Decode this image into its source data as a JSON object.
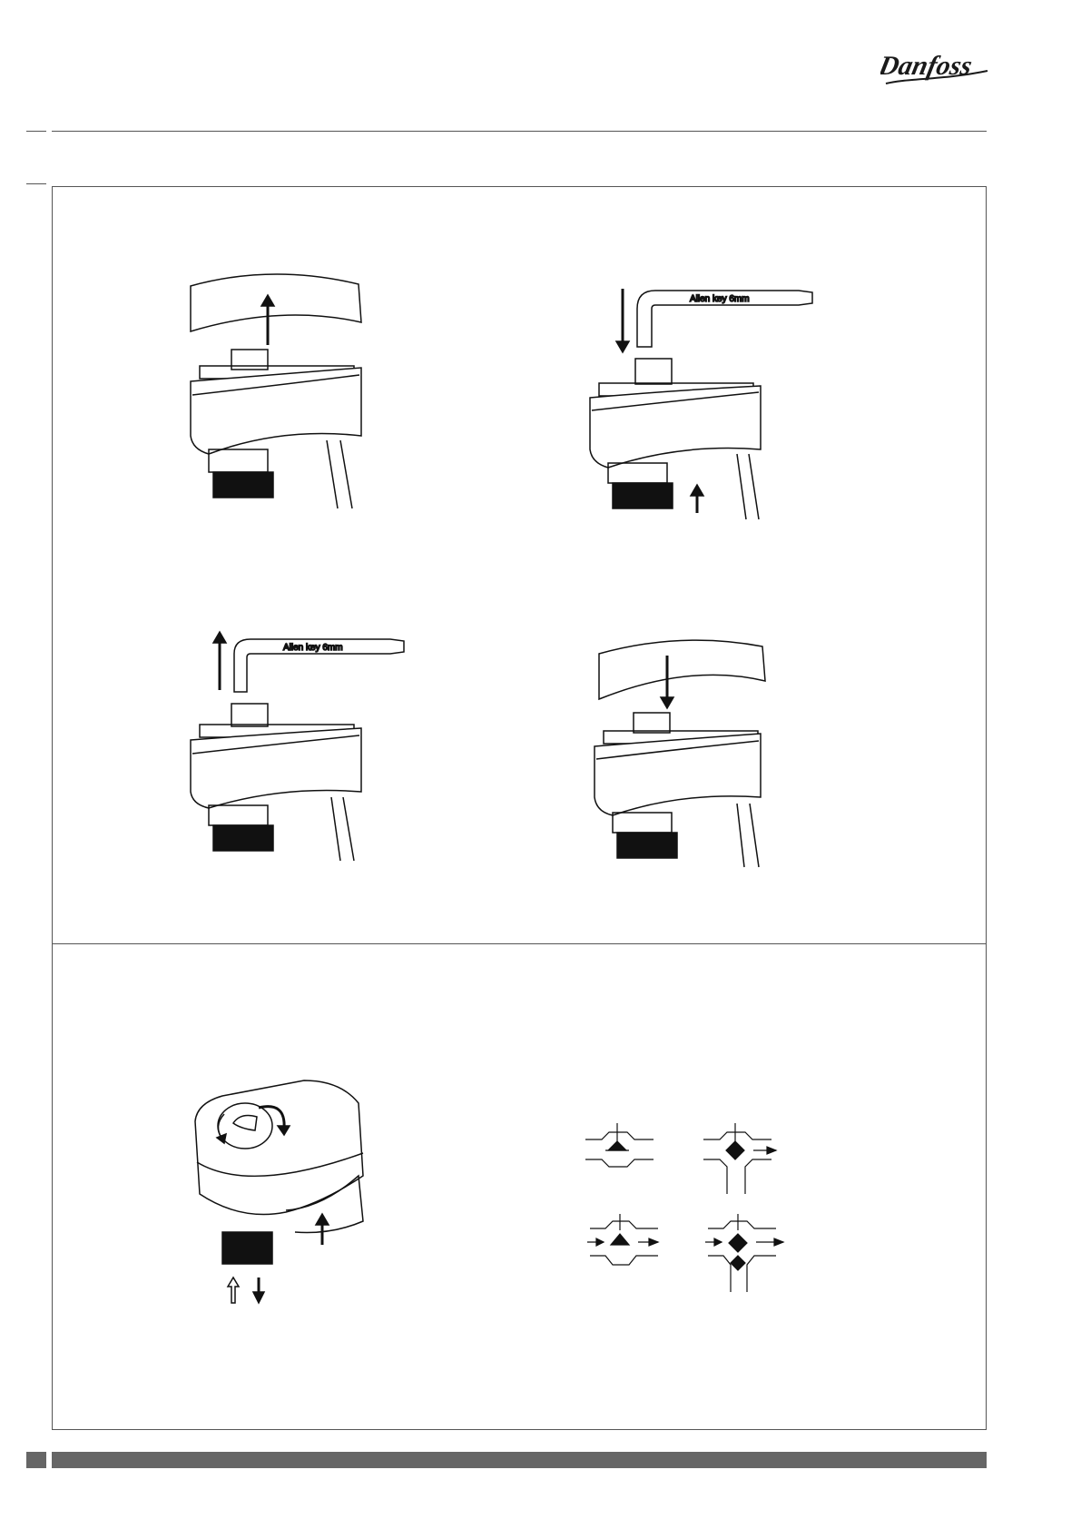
{
  "header": {
    "brand": "Danfoss",
    "logo_color": "#1a1a1a"
  },
  "illustrations": {
    "step_remove_cover": {
      "icon": "arrow-up"
    },
    "step_insert_key": {
      "key_label": "Allen key 6mm"
    },
    "step_remove_key": {
      "key_label": "Allen key 6mm"
    },
    "step_replace_cover": {
      "icon": "arrow-down"
    }
  },
  "footer": {
    "bar_color": "#666666"
  }
}
